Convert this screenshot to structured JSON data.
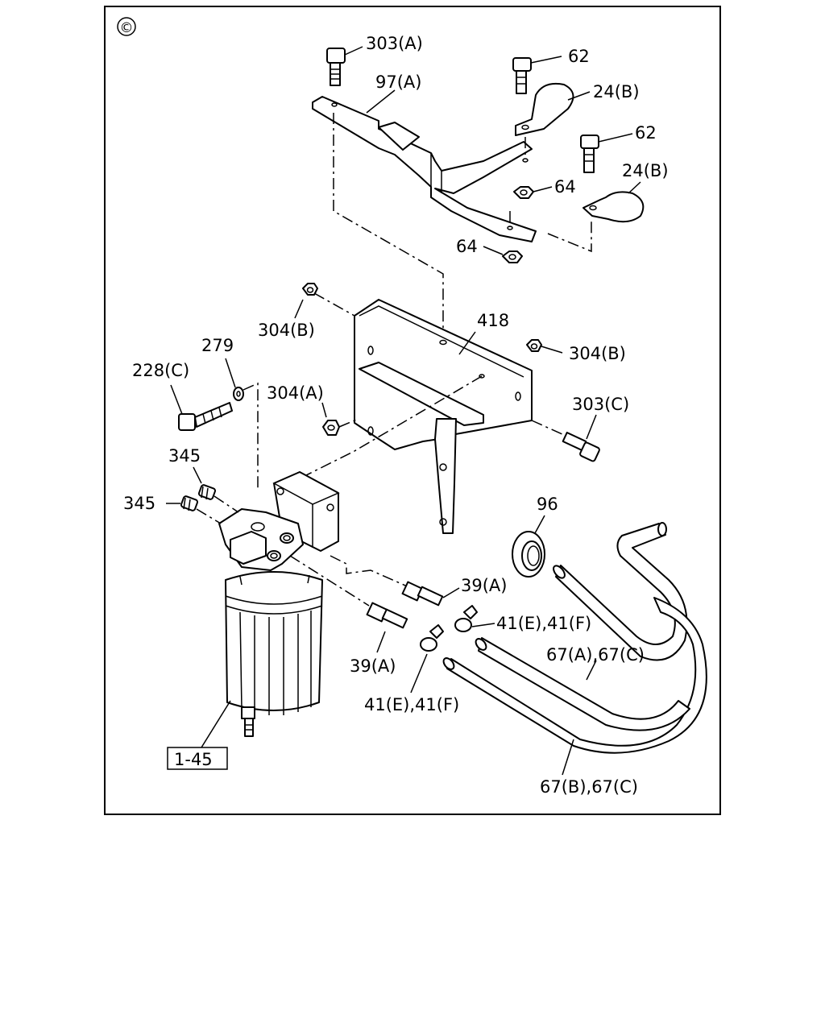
{
  "view_marker": "©",
  "labels": {
    "l303a": "303(A)",
    "l97a": "97(A)",
    "l62a": "62",
    "l24b_a": "24(B)",
    "l62b": "62",
    "l24b_b": "24(B)",
    "l64a": "64",
    "l64b": "64",
    "l304b_a": "304(B)",
    "l418": "418",
    "l304b_b": "304(B)",
    "l279": "279",
    "l228c": "228(C)",
    "l304a": "304(A)",
    "l303c": "303(C)",
    "l345a": "345",
    "l345b": "345",
    "l96": "96",
    "l39a_a": "39(A)",
    "l41ef_a": "41(E),41(F)",
    "l67ac": "67(A),67(C)",
    "l39a_b": "39(A)",
    "l41ef_b": "41(E),41(F)",
    "l145": "1-45",
    "l67bc": "67(B),67(C)"
  }
}
